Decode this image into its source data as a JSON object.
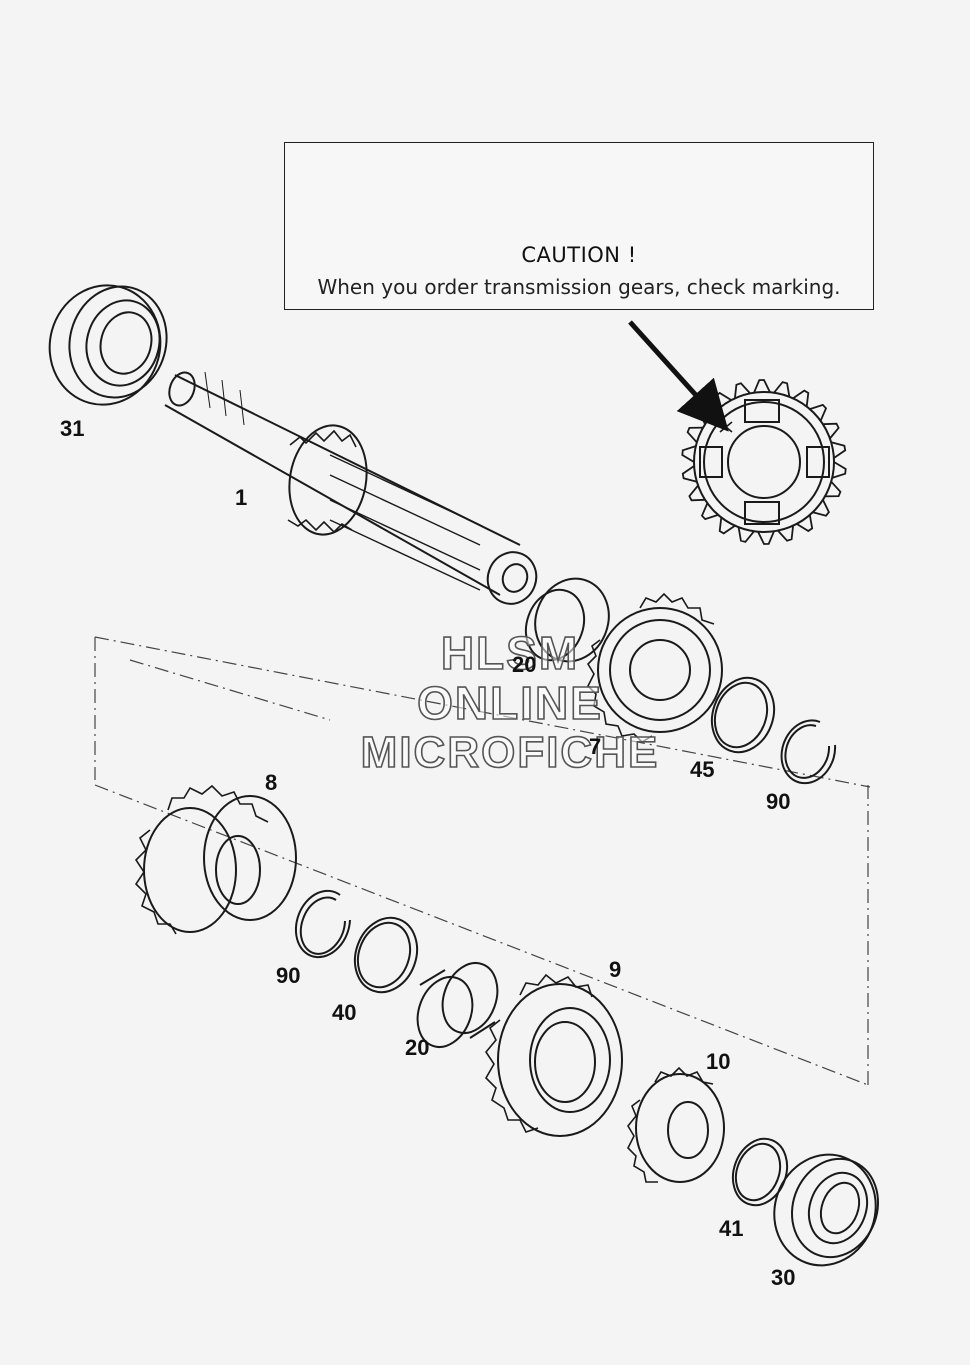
{
  "caution": {
    "title": "CAUTION !",
    "text": "When you order transmission gears, check marking."
  },
  "watermark": [
    "HLSM",
    "ONLINE",
    "MICROFICHE"
  ],
  "parts": [
    {
      "id": "31",
      "label": "31"
    },
    {
      "id": "1",
      "label": "1"
    },
    {
      "id": "20a",
      "label": "20"
    },
    {
      "id": "7",
      "label": "7"
    },
    {
      "id": "45",
      "label": "45"
    },
    {
      "id": "90a",
      "label": "90"
    },
    {
      "id": "8",
      "label": "8"
    },
    {
      "id": "90b",
      "label": "90"
    },
    {
      "id": "40",
      "label": "40"
    },
    {
      "id": "20b",
      "label": "20"
    },
    {
      "id": "9",
      "label": "9"
    },
    {
      "id": "10",
      "label": "10"
    },
    {
      "id": "41",
      "label": "41"
    },
    {
      "id": "30",
      "label": "30"
    }
  ],
  "colors": {
    "line": "#1a1a1a",
    "background": "#f4f4f4"
  }
}
